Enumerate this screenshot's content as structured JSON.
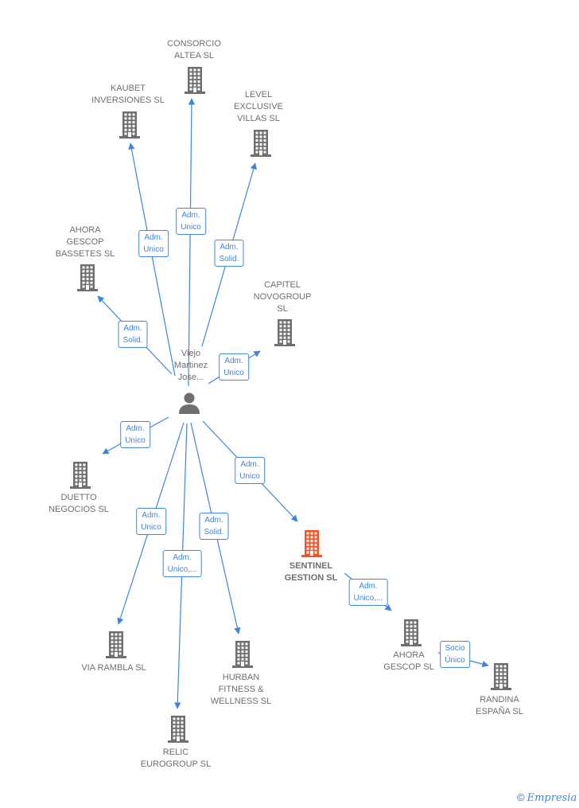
{
  "colors": {
    "edge": "#3f86d9",
    "building": "#6f6f6f",
    "building_highlight": "#f0552a",
    "label": "#6e6e6e"
  },
  "person": {
    "label_lines": [
      "Viejo",
      "Martinez",
      "Jose..."
    ],
    "icon": "person-icon"
  },
  "companies": [
    {
      "id": "consorcio",
      "lines": [
        "CONSORCIO",
        "ALTEA  SL"
      ],
      "icon": "building-icon"
    },
    {
      "id": "kaubet",
      "lines": [
        "KAUBET",
        "INVERSIONES SL"
      ],
      "icon": "building-icon"
    },
    {
      "id": "level",
      "lines": [
        "LEVEL",
        "EXCLUSIVE",
        "VILLAS  SL"
      ],
      "icon": "building-icon"
    },
    {
      "id": "ahora-bassetes",
      "lines": [
        "AHORA",
        "GESCOP",
        "BASSETES  SL"
      ],
      "icon": "building-icon"
    },
    {
      "id": "capitel",
      "lines": [
        "CAPITEL",
        "NOVOGROUP",
        "SL"
      ],
      "icon": "building-icon"
    },
    {
      "id": "duetto",
      "lines": [
        "DUETTO",
        "NEGOCIOS  SL"
      ],
      "icon": "building-icon"
    },
    {
      "id": "sentinel",
      "lines": [
        "SENTINEL",
        "GESTION  SL"
      ],
      "icon": "building-icon",
      "highlight": true
    },
    {
      "id": "via-rambla",
      "lines": [
        "VIA RAMBLA SL"
      ],
      "icon": "building-icon"
    },
    {
      "id": "hurban",
      "lines": [
        "HURBAN",
        "FITNESS &",
        "WELLNESS SL"
      ],
      "icon": "building-icon"
    },
    {
      "id": "relic",
      "lines": [
        "RELIC",
        "EUROGROUP SL"
      ],
      "icon": "building-icon"
    },
    {
      "id": "ahora-gescop",
      "lines": [
        "AHORA",
        "GESCOP  SL"
      ],
      "icon": "building-icon"
    },
    {
      "id": "randina",
      "lines": [
        "RANDINA",
        "ESPAÑA  SL"
      ],
      "icon": "building-icon"
    }
  ],
  "edges": [
    {
      "from": "person",
      "to": "consorcio",
      "lines": [
        "Adm.",
        "Unico"
      ]
    },
    {
      "from": "person",
      "to": "kaubet",
      "lines": [
        "Adm.",
        "Unico"
      ]
    },
    {
      "from": "person",
      "to": "level",
      "lines": [
        "Adm.",
        "Solid."
      ]
    },
    {
      "from": "person",
      "to": "ahora-bassetes",
      "lines": [
        "Adm.",
        "Solid."
      ]
    },
    {
      "from": "person",
      "to": "capitel",
      "lines": [
        "Adm.",
        "Unico"
      ]
    },
    {
      "from": "person",
      "to": "duetto",
      "lines": [
        "Adm.",
        "Unico"
      ]
    },
    {
      "from": "person",
      "to": "sentinel",
      "lines": [
        "Adm.",
        "Unico"
      ]
    },
    {
      "from": "person",
      "to": "via-rambla",
      "lines": [
        "Adm.",
        "Unico"
      ]
    },
    {
      "from": "person",
      "to": "relic",
      "lines": [
        "Adm.",
        "Unico,..."
      ]
    },
    {
      "from": "person",
      "to": "hurban",
      "lines": [
        "Adm.",
        "Solid."
      ]
    },
    {
      "from": "sentinel",
      "to": "ahora-gescop",
      "lines": [
        "Adm.",
        "Unico,..."
      ]
    },
    {
      "from": "ahora-gescop",
      "to": "randina",
      "lines": [
        "Socio",
        "Único"
      ]
    }
  ],
  "watermark": {
    "symbol": "©",
    "brand": "Empresia"
  }
}
